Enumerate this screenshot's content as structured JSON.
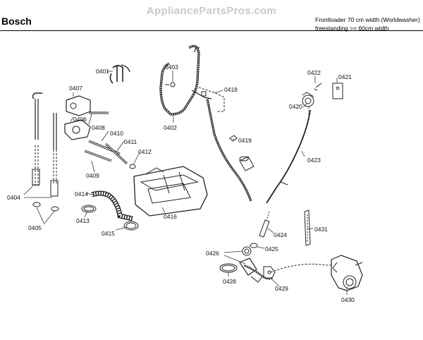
{
  "header": {
    "watermark": "AppliancePartsPros.com",
    "brand": "Bosch",
    "description_line1": "Frontloader 70 cm width (Worldwasher)",
    "description_line2": "freestanding >= 60cm width"
  },
  "parts": [
    {
      "id": "0401",
      "label": "0401"
    },
    {
      "id": "0402",
      "label": "0402"
    },
    {
      "id": "0403",
      "label": "0403"
    },
    {
      "id": "0404",
      "label": "0404"
    },
    {
      "id": "0405",
      "label": "0405"
    },
    {
      "id": "0406",
      "label": "0406"
    },
    {
      "id": "0407",
      "label": "0407"
    },
    {
      "id": "0408",
      "label": "0408"
    },
    {
      "id": "0409",
      "label": "0409"
    },
    {
      "id": "0410",
      "label": "0410"
    },
    {
      "id": "0411",
      "label": "0411"
    },
    {
      "id": "0412",
      "label": "0412"
    },
    {
      "id": "0413",
      "label": "0413"
    },
    {
      "id": "0414",
      "label": "0414"
    },
    {
      "id": "0415",
      "label": "0415"
    },
    {
      "id": "0416",
      "label": "0416"
    },
    {
      "id": "0418",
      "label": "0418"
    },
    {
      "id": "0419",
      "label": "0419"
    },
    {
      "id": "0420",
      "label": "0420"
    },
    {
      "id": "0421",
      "label": "0421"
    },
    {
      "id": "0422",
      "label": "0422"
    },
    {
      "id": "0423",
      "label": "0423"
    },
    {
      "id": "0424",
      "label": "0424"
    },
    {
      "id": "0425",
      "label": "0425"
    },
    {
      "id": "0426",
      "label": "0426"
    },
    {
      "id": "0428",
      "label": "0428"
    },
    {
      "id": "0429",
      "label": "0429"
    },
    {
      "id": "0430",
      "label": "0430"
    },
    {
      "id": "0431",
      "label": "0431"
    }
  ]
}
